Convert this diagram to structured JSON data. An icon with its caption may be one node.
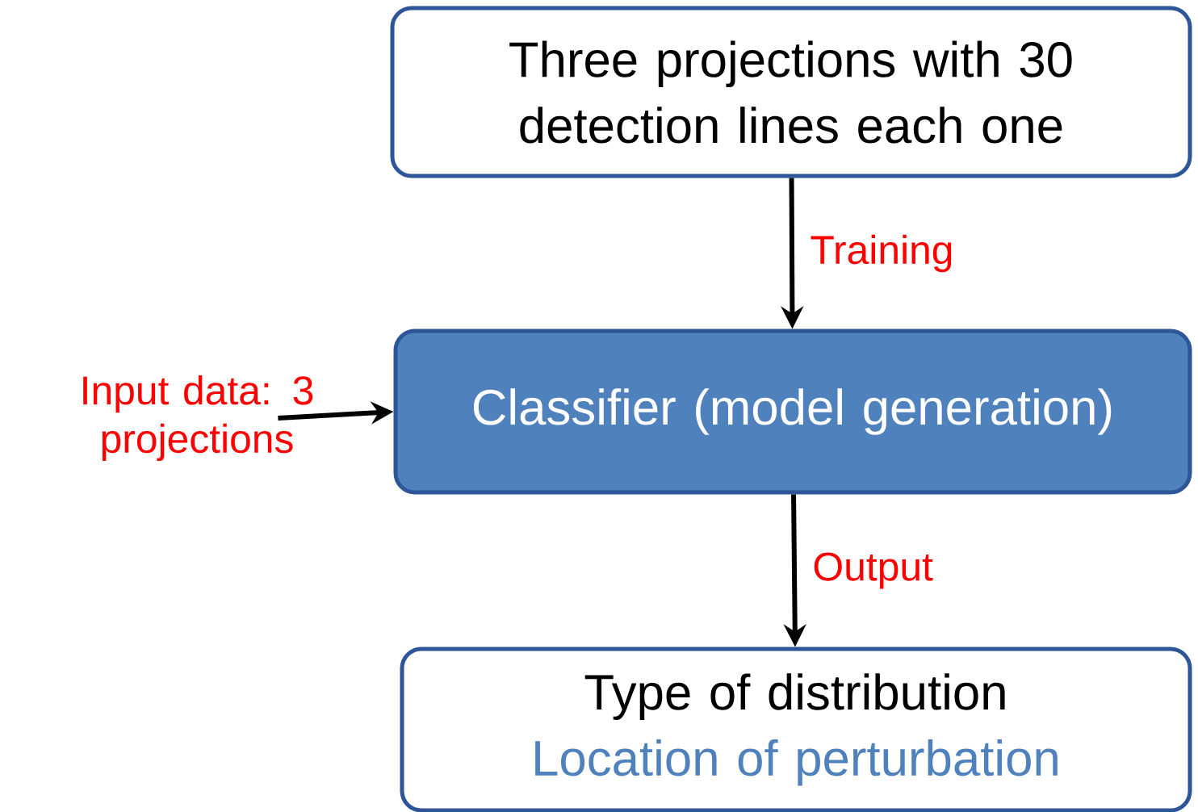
{
  "diagram": {
    "nodes": [
      {
        "text": [
          "Three projections with 30 detection lines each one"
        ]
      },
      {
        "text": [
          "Classifier (model generation)"
        ]
      },
      {
        "text": [
          "Type of distribution",
          "Location of perturbation"
        ]
      },
      {
        "text": [
          "Input data: 3 projections"
        ]
      }
    ],
    "edges": [
      {
        "from": 0,
        "to": 1,
        "arrow": "to",
        "label": "Training"
      },
      {
        "from": 1,
        "to": 2,
        "arrow": "to",
        "label": "Output"
      },
      {
        "from": 3,
        "to": 1,
        "arrow": "to"
      }
    ]
  }
}
